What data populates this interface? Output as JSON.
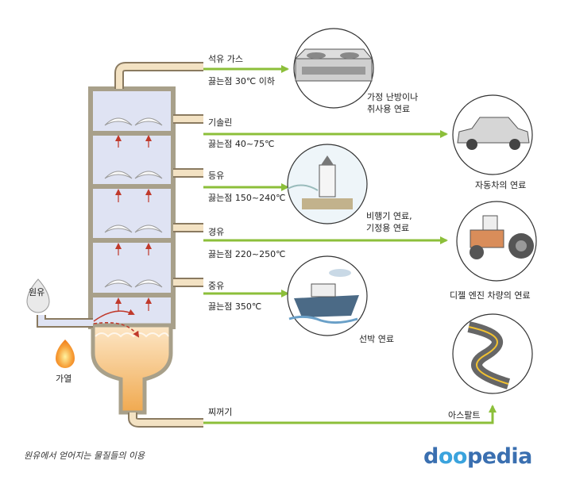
{
  "crude_label": "원유",
  "heat_label": "가열",
  "fractions": [
    {
      "name": "석유 가스",
      "boiling": "끓는점 30℃ 이하",
      "use": [
        "가정 난방이나",
        "취사용 연료"
      ],
      "icon": "gas-stove-icon"
    },
    {
      "name": "기솔린",
      "boiling": "끓는점 40~75℃",
      "use": [
        "자동차의 연료"
      ],
      "icon": "car-icon"
    },
    {
      "name": "등유",
      "boiling": "끓는점 150~240℃",
      "use": [
        "비행기 연료,",
        "기정용 연료"
      ],
      "icon": "lighthouse-icon"
    },
    {
      "name": "경유",
      "boiling": "끓는점 220~250℃",
      "use": [
        "디젤 엔진 차량의 연료"
      ],
      "icon": "tractor-icon"
    },
    {
      "name": "중유",
      "boiling": "끓는점 350℃",
      "use": [
        "선박 연료"
      ],
      "icon": "ship-icon"
    },
    {
      "name": "찌꺼기",
      "boiling": "",
      "use": [
        "아스팔트"
      ],
      "icon": "road-icon"
    }
  ],
  "caption": "원유에서 얻어지는 물질들의 이용",
  "logo": {
    "pre": "d",
    "mid": "oo",
    "post": "pedia"
  },
  "colors": {
    "pipe": "#d7b98c",
    "pipe_edge": "#8a7a60",
    "tower": "#dfe3f3",
    "arrow": "#8cbf3a",
    "oil": "#f2b469",
    "flame": "#f7a23a"
  }
}
